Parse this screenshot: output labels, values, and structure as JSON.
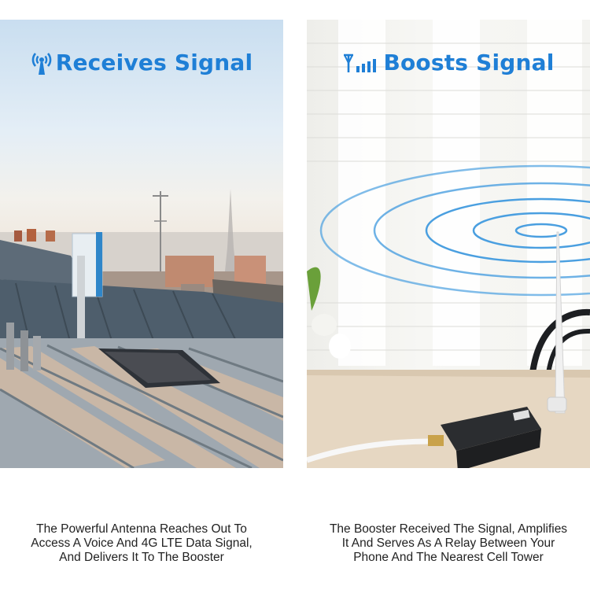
{
  "panels": [
    {
      "title": "Receives Signal",
      "icon": "antenna-broadcast-icon",
      "caption_lines": [
        "The Powerful Antenna Reaches Out To",
        "Access A Voice And 4G LTE Data Signal,",
        "And Delivers It To The Booster"
      ]
    },
    {
      "title": "Boosts Signal",
      "icon": "signal-bars-icon",
      "caption_lines": [
        "The Booster Received The Signal, Amplifies",
        "It And Serves As A Relay Between Your",
        "Phone And The Nearest Cell Tower"
      ]
    }
  ],
  "colors": {
    "accent": "#1f7fd6",
    "caption_text": "#222222",
    "wave": "#4a9fe0"
  }
}
